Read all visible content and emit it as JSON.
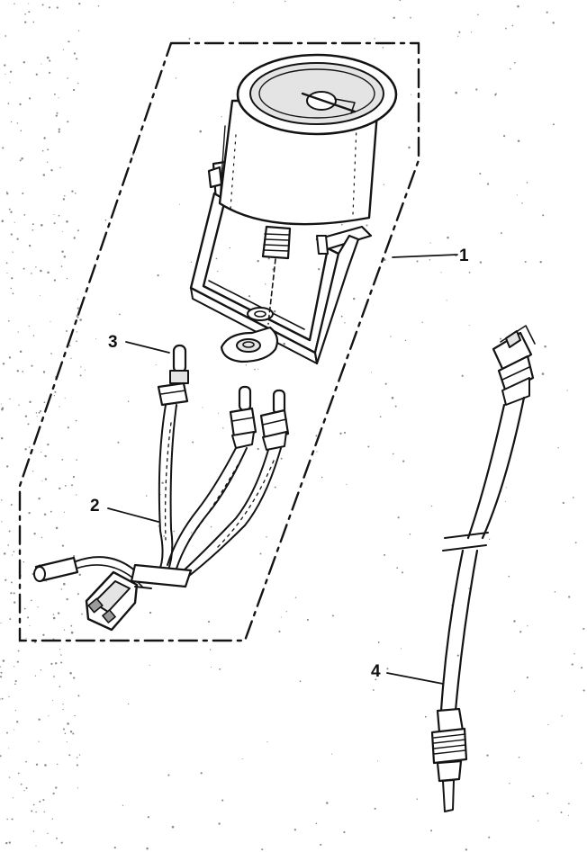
{
  "callouts": [
    {
      "id": "1",
      "label": "1",
      "part": "gauge-assembly"
    },
    {
      "id": "2",
      "label": "2",
      "part": "wire-harness"
    },
    {
      "id": "3",
      "label": "3",
      "part": "bulb"
    },
    {
      "id": "4",
      "label": "4",
      "part": "cable"
    }
  ],
  "colors": {
    "ink": "#141414",
    "paper": "#ffffff"
  }
}
